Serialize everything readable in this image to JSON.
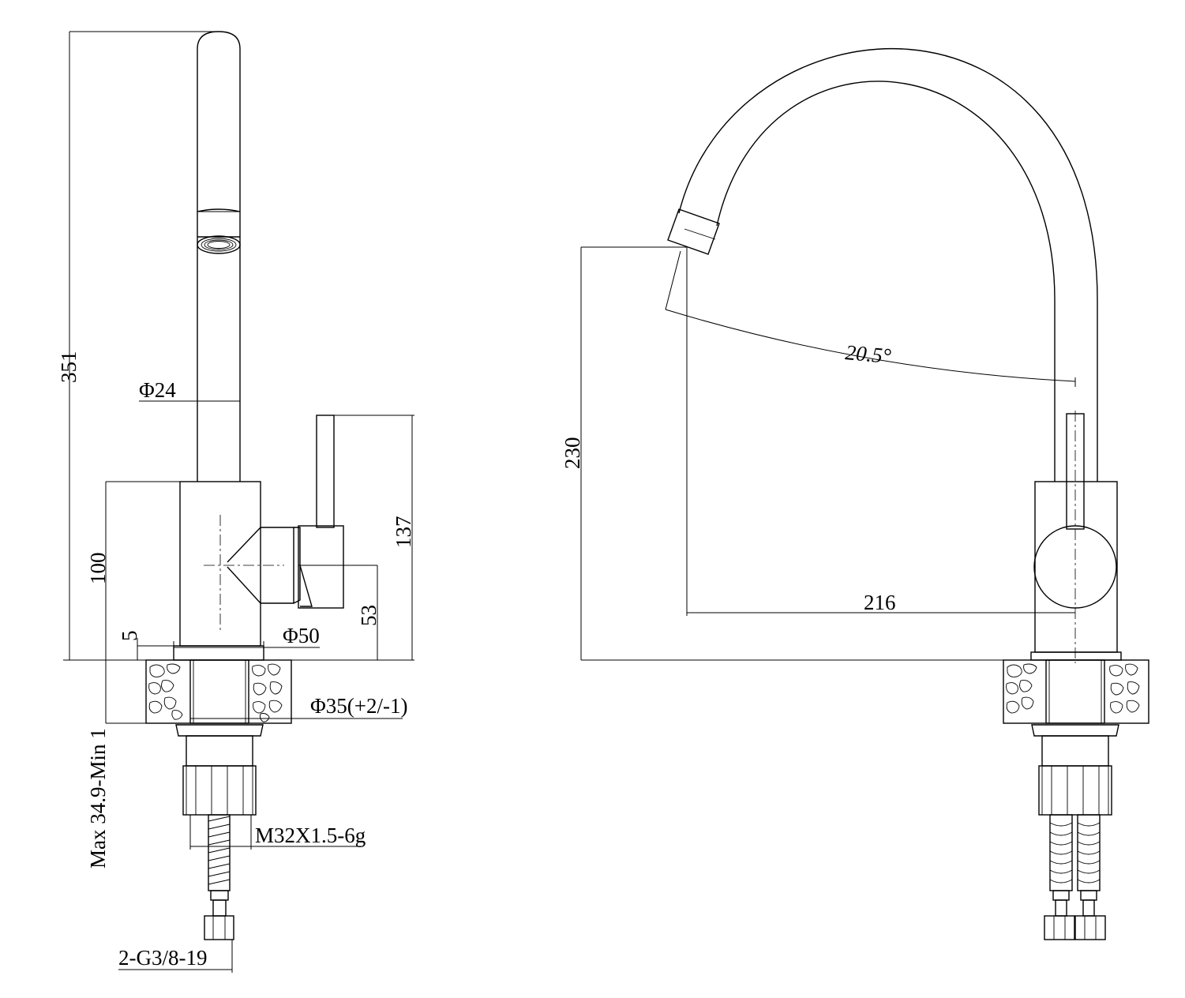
{
  "side_view": {
    "dim_height_total": "351",
    "dim_spout_dia": "Φ24",
    "dim_body_height": "100",
    "dim_handle_height": "137",
    "dim_lever_axis": "53",
    "dim_base_ring": "5",
    "dim_base_dia": "Φ50",
    "dim_hole_dia": "Φ35(+2/-1)",
    "dim_counter_thickness": "Max 34.9-Min 1",
    "dim_shank_thread": "M32X1.5-6g",
    "dim_hose_thread": "2-G3/8-19"
  },
  "front_view": {
    "dim_spout_height": "230",
    "dim_spout_reach": "216",
    "dim_swivel_angle": "20.5°"
  }
}
